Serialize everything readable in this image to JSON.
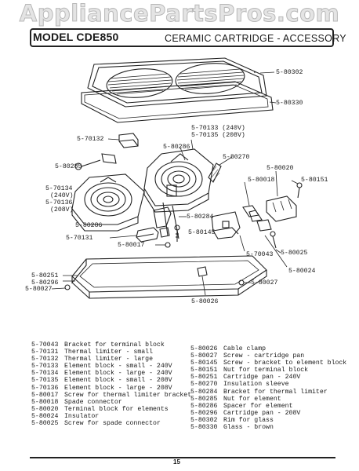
{
  "watermark": "AppliancePartsPros.com",
  "header": {
    "model": "MODEL CDE850",
    "section": "CERAMIC CARTRIDGE - ACCESSORY"
  },
  "callouts": {
    "c80302": "5-80302",
    "c80330": "5-80330",
    "c70133": "5-70133 (240V)",
    "c70135": "5-70135 (208V)",
    "c70132": "5-70132",
    "c80286a": "5-80286",
    "c80285": "5-80285",
    "c80270": "5-80270",
    "c80020": "5-80020",
    "c80018": "5-80018",
    "c80151": "5-80151",
    "c70134": "5-70134",
    "v240": "(240V)",
    "c70136": "5-70136",
    "v208": "(208V)",
    "c80284": "5-80284",
    "c80286b": "5-80286",
    "c80145": "5-80145",
    "c70131": "5-70131",
    "c80017": "5-80017",
    "c70043": "5-70043",
    "c80025": "5-80025",
    "c80024": "5-80024",
    "c80251": "5-80251",
    "c80296": "5-80296",
    "c80027a": "5-80027",
    "c80027b": "5-80027",
    "c80026": "5-80026"
  },
  "legend_left": [
    {
      "part": "5-70043",
      "desc": "Bracket for terminal block"
    },
    {
      "part": "5-70131",
      "desc": "Thermal limiter - small"
    },
    {
      "part": "5-70132",
      "desc": "Thermal limiter - large"
    },
    {
      "part": "5-70133",
      "desc": "Element block - small - 240V"
    },
    {
      "part": "5-70134",
      "desc": "Element block - large - 240V"
    },
    {
      "part": "5-70135",
      "desc": "Element block - small - 208V"
    },
    {
      "part": "5-70136",
      "desc": "Element block - large - 208V"
    },
    {
      "part": "5-80017",
      "desc": "Screw for thermal limiter bracket"
    },
    {
      "part": "5-80018",
      "desc": "Spade connector"
    },
    {
      "part": "5-80020",
      "desc": "Terminal block for elements"
    },
    {
      "part": "5-80024",
      "desc": "Insulator"
    },
    {
      "part": "5-80025",
      "desc": "Screw for spade connector"
    }
  ],
  "legend_right": [
    {
      "part": "5-80026",
      "desc": "Cable clamp"
    },
    {
      "part": "5-80027",
      "desc": "Screw - cartridge pan"
    },
    {
      "part": "5-80145",
      "desc": "Screw - bracket to element block"
    },
    {
      "part": "5-80151",
      "desc": "Nut for terminal block"
    },
    {
      "part": "5-80251",
      "desc": "Cartridge pan - 240V"
    },
    {
      "part": "5-80270",
      "desc": "Insulation sleeve"
    },
    {
      "part": "5-80284",
      "desc": "Bracket for thermal limiter"
    },
    {
      "part": "5-80285",
      "desc": "Nut for element"
    },
    {
      "part": "5-80286",
      "desc": "Spacer for element"
    },
    {
      "part": "5-80296",
      "desc": "Cartridge pan - 208V"
    },
    {
      "part": "5-80302",
      "desc": "Rim for glass"
    },
    {
      "part": "5-80330",
      "desc": "Glass - brown"
    }
  ],
  "footer": {
    "page_number": "15"
  }
}
